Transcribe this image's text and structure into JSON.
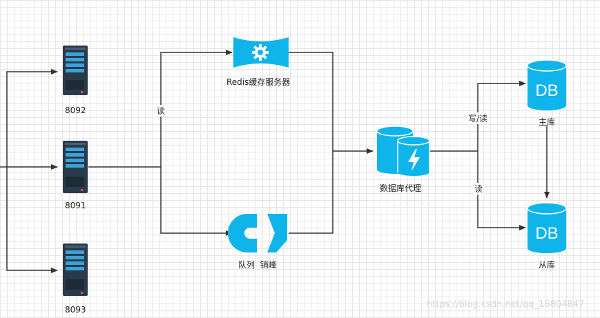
{
  "nodes": {
    "server_8092": {
      "label": "8092",
      "icon": "server-rack-icon"
    },
    "server_8091": {
      "label": "8091",
      "icon": "server-rack-icon"
    },
    "server_8093": {
      "label": "8093",
      "icon": "server-rack-icon"
    },
    "redis": {
      "label": "Redis缓存服务器",
      "icon": "gear-icon"
    },
    "queue": {
      "label": "队列  销峰",
      "icon": "queue-icon"
    },
    "proxy": {
      "label": "数据库代理",
      "icon": "lightning-database-icon"
    },
    "master_db": {
      "label": "主库",
      "icon_text": "DB"
    },
    "slave_db": {
      "label": "从库",
      "icon_text": "DB"
    }
  },
  "edge_labels": {
    "read_to_redis": "读",
    "master_write_read": "写/读",
    "slave_read": "读"
  },
  "watermark": "https://blog.csdn.net/qq_16804847",
  "colors": {
    "accent": "#1ba1e2",
    "server_dark": "#2b3a4a",
    "line": "#333333"
  }
}
